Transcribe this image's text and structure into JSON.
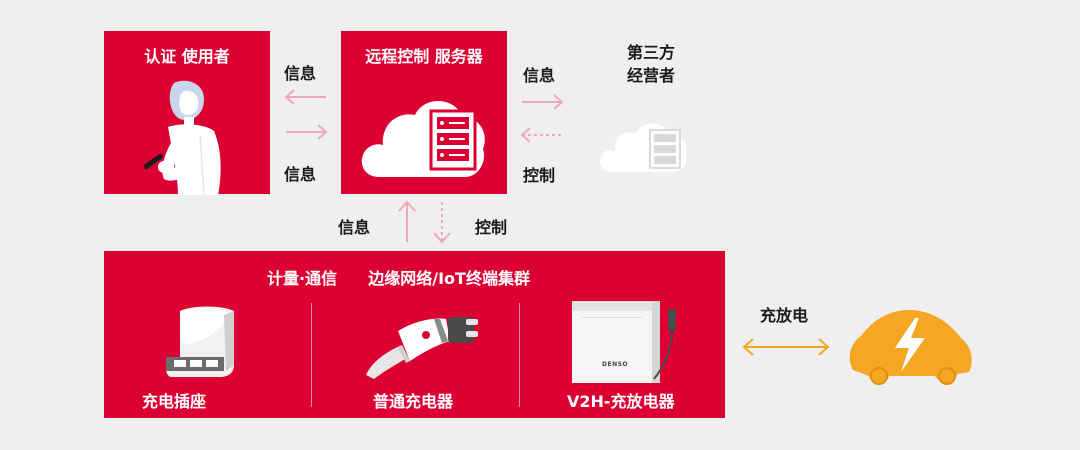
{
  "user_box": {
    "title": "认证 使用者"
  },
  "server_box": {
    "title": "远程控制 服务器"
  },
  "third_party": {
    "title_line1": "第三方",
    "title_line2": "经营者"
  },
  "arrows_user_server": {
    "top_label": "信息",
    "bottom_label": "信息"
  },
  "arrows_server_third": {
    "top_label": "信息",
    "bottom_label": "控制"
  },
  "arrows_vertical": {
    "left_label": "信息",
    "right_label": "控制"
  },
  "edge_box": {
    "title_left": "计量·通信",
    "title_right": "边缘网络/IoT终端集群",
    "devices": [
      {
        "label": "充电插座",
        "icon": "charging-outlet-icon"
      },
      {
        "label": "普通充电器",
        "icon": "charging-plug-icon"
      },
      {
        "label": "V2H-充放电器",
        "icon": "v2h-charger-icon",
        "brand": "DENSO"
      }
    ]
  },
  "car": {
    "label": "充放电",
    "icon": "electric-car-icon"
  },
  "colors": {
    "brand_red": "#dc0032",
    "arrow_pink": "#f2a8b8",
    "car_orange": "#f5a623",
    "background": "#efefef"
  }
}
